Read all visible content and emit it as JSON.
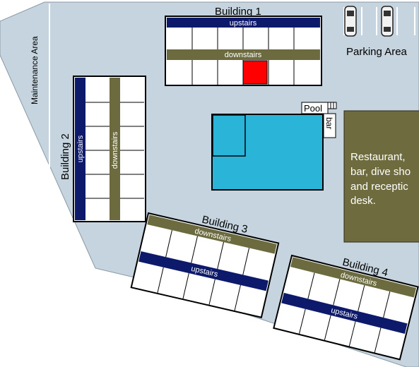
{
  "labels": {
    "building1": "Building 1",
    "building2": "Building 2",
    "building3": "Building 3",
    "building4": "Building 4",
    "upstairs": "upstairs",
    "downstairs": "downstairs",
    "maintenance": "Maintenance Area",
    "parking": "Parking Area",
    "pool": "Pool",
    "bar": "bar",
    "restaurant_lines": [
      "Restaurant,",
      "bar, dive sho",
      "and receptic",
      "desk."
    ]
  },
  "colors": {
    "ground": "#c5d4de",
    "upstairs_band": "#0d1a6b",
    "downstairs_band": "#6b6b3f",
    "highlight_room": "#ff0000",
    "pool_water": "#2ab5d8",
    "restaurant": "#6e6c3e"
  },
  "highlight": {
    "building": "Building 1",
    "floor": "downstairs",
    "room_index": 4
  }
}
